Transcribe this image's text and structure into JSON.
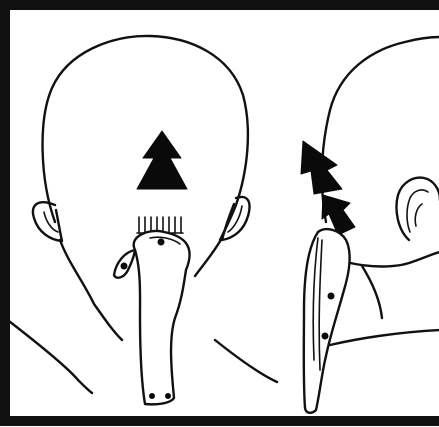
{
  "figure": {
    "type": "instruction-illustration",
    "panels": [
      {
        "view": "back-of-head",
        "tool": "hair-clipper",
        "arrow_direction": "up",
        "arrow_count": 1
      },
      {
        "view": "side-of-head",
        "tool": "hair-clipper",
        "arrow_direction": "up",
        "arrow_count": 2
      }
    ],
    "colors": {
      "line": "#111111",
      "background": "#ffffff",
      "fill": "#0a0a0a"
    },
    "icons": [
      "up-arrow-icon",
      "clipper-icon",
      "head-icon",
      "ear-icon"
    ]
  }
}
